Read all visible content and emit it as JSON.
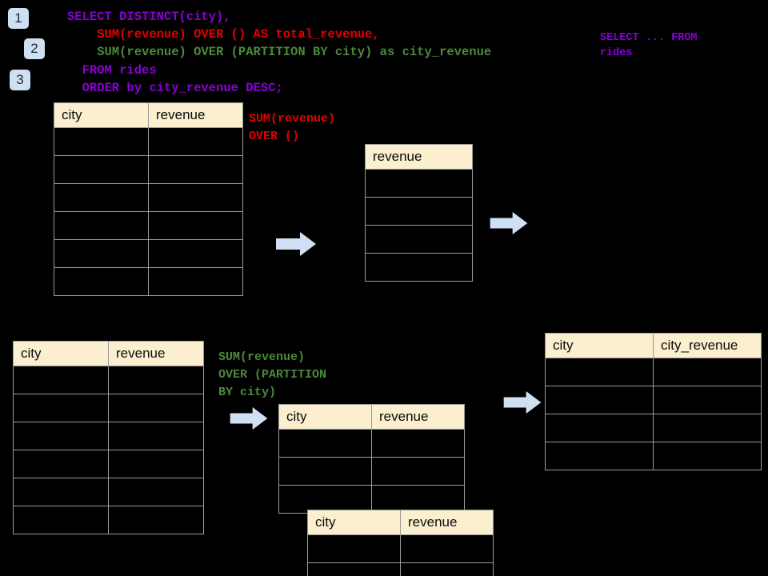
{
  "steps": [
    {
      "label": "1"
    },
    {
      "label": "2"
    },
    {
      "label": "3"
    }
  ],
  "query": {
    "line1": "SELECT DISTINCT(city),",
    "line2": "    SUM(revenue) OVER () AS total_revenue,",
    "line3": "    SUM(revenue) OVER (PARTITION BY city) as city_revenue",
    "line4": "  FROM rides",
    "line5": "  ORDER by city_revenue DESC;"
  },
  "annotations": {
    "select_from": "SELECT ... FROM\nrides",
    "sum_over_empty": "SUM(revenue)\nOVER ()",
    "sum_over_partition": "SUM(revenue)\nOVER (PARTITION\nBY city)"
  },
  "colors": {
    "purple": "#8a00d4",
    "red": "#e00000",
    "green": "#4a8a3a",
    "badge_bg": "#cfe0f2",
    "header_bg": "#fbefd0",
    "arrow_fill": "#cfe0f2",
    "grid": "#9a9a9a",
    "background": "#000000"
  },
  "tables": {
    "source_top": {
      "headers": [
        "city",
        "revenue"
      ],
      "row_count": 6
    },
    "total_revenue": {
      "headers": [
        "revenue"
      ],
      "row_count": 4
    },
    "source_bottom": {
      "headers": [
        "city",
        "revenue"
      ],
      "row_count": 6
    },
    "partition_back": {
      "headers": [
        "city",
        "revenue"
      ],
      "row_count": 3
    },
    "partition_front": {
      "headers": [
        "city",
        "revenue"
      ],
      "row_count": 2
    },
    "result": {
      "headers": [
        "city",
        "city_revenue"
      ],
      "row_count": 4
    }
  },
  "arrows": [
    {
      "name": "arrow-source-to-total"
    },
    {
      "name": "arrow-total-to-result"
    },
    {
      "name": "arrow-source-to-partition"
    },
    {
      "name": "arrow-partition-to-result"
    }
  ]
}
